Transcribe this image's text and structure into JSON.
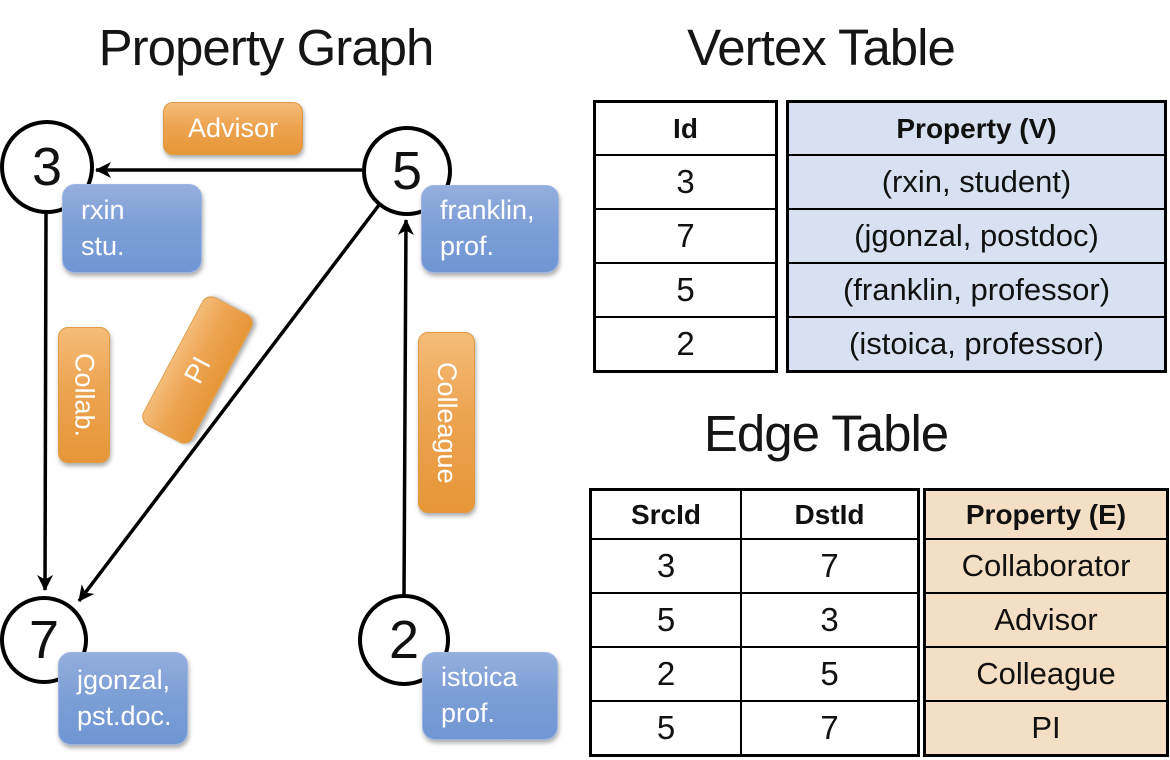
{
  "graph": {
    "title": "Property Graph",
    "nodes": [
      {
        "id": "3",
        "label_lines": [
          "rxin",
          "stu."
        ]
      },
      {
        "id": "5",
        "label_lines": [
          "franklin,",
          "prof."
        ]
      },
      {
        "id": "7",
        "label_lines": [
          "jgonzal,",
          "pst.doc."
        ]
      },
      {
        "id": "2",
        "label_lines": [
          "istoica",
          "prof."
        ]
      }
    ],
    "edge_labels": [
      "Advisor",
      "Collab.",
      "PI",
      "Colleague"
    ]
  },
  "vertex_table": {
    "title": "Vertex Table",
    "columns": [
      "Id",
      "Property (V)"
    ],
    "rows": [
      [
        "3",
        "(rxin, student)"
      ],
      [
        "7",
        "(jgonzal, postdoc)"
      ],
      [
        "5",
        "(franklin, professor)"
      ],
      [
        "2",
        "(istoica, professor)"
      ]
    ]
  },
  "edge_table": {
    "title": "Edge Table",
    "columns": [
      "SrcId",
      "DstId",
      "Property (E)"
    ],
    "rows": [
      [
        "3",
        "7",
        "Collaborator"
      ],
      [
        "5",
        "3",
        "Advisor"
      ],
      [
        "2",
        "5",
        "Colleague"
      ],
      [
        "5",
        "7",
        "PI"
      ]
    ]
  },
  "colors": {
    "edge_label_orange": "#EDA452",
    "vertex_box_blue": "#7E9FD7",
    "vertex_table_fill": "#D8E1F1",
    "edge_table_fill": "#F5DFC4",
    "line_black": "#000000",
    "background": "#FFFFFF"
  }
}
